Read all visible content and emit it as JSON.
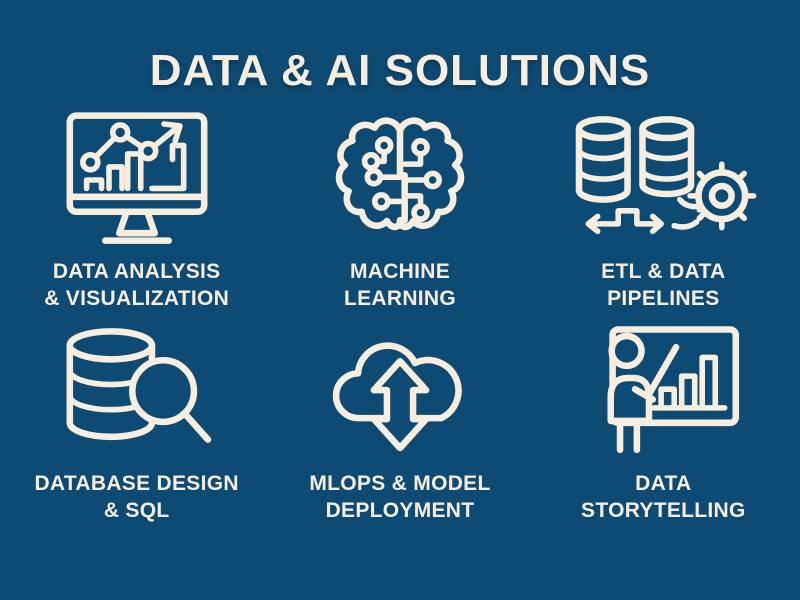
{
  "page": {
    "title": "DATA & AI SOLUTIONS",
    "background_color": "#0d4b75",
    "foreground_color": "#f7eee0"
  },
  "cards": [
    {
      "icon": "monitor-chart-icon",
      "label_line1": "DATA ANALYSIS",
      "label_line2": "& VISUALIZATION"
    },
    {
      "icon": "brain-circuit-icon",
      "label_line1": "MACHINE",
      "label_line2": "LEARNING"
    },
    {
      "icon": "databases-gear-icon",
      "label_line1": "ETL & DATA",
      "label_line2": "PIPELINES"
    },
    {
      "icon": "database-magnifier-icon",
      "label_line1": "DATABASE DESIGN",
      "label_line2": "& SQL"
    },
    {
      "icon": "cloud-deploy-arrows-icon",
      "label_line1": "MLOPS & MODEL",
      "label_line2": "DEPLOYMENT"
    },
    {
      "icon": "presenter-bar-chart-icon",
      "label_line1": "DATA",
      "label_line2": "STORYTELLING"
    }
  ]
}
